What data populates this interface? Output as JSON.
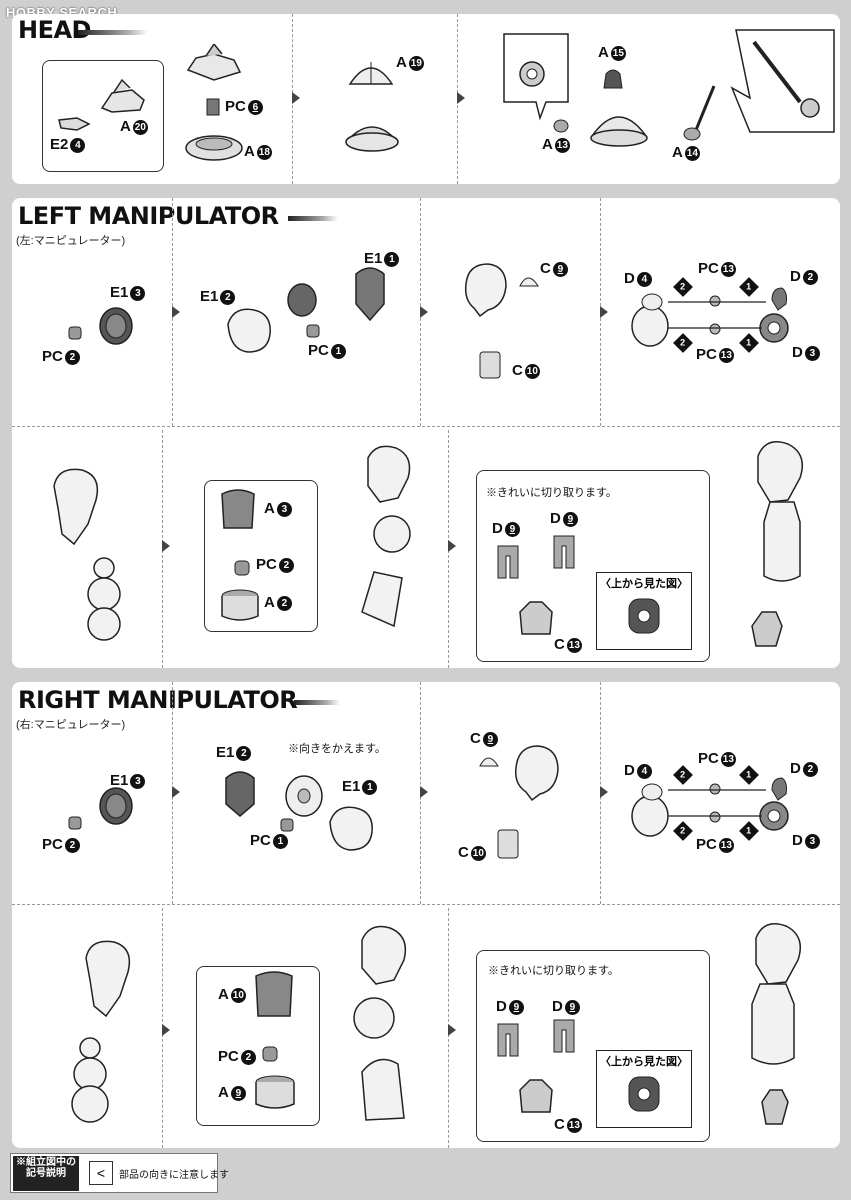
{
  "watermark": "HOBBY SEARCH",
  "head": {
    "title": "HEAD",
    "labels": {
      "e2_4": "E2",
      "e2_4n": "4",
      "a20": "A",
      "a20n": "20",
      "pc6": "PC",
      "pc6n": "6",
      "a18": "A",
      "a18n": "18",
      "a19": "A",
      "a19n": "19",
      "a15": "A",
      "a15n": "15",
      "a13": "A",
      "a13n": "13",
      "a14": "A",
      "a14n": "14"
    }
  },
  "left": {
    "title": "LEFT MANIPULATOR",
    "subtitle": "(左:マニピュレーター)",
    "labels": {
      "e1_3": "E1",
      "e1_3n": "3",
      "pc2": "PC",
      "pc2n": "2",
      "e1_2": "E1",
      "e1_2n": "2",
      "e1_1": "E1",
      "e1_1n": "1",
      "pc1": "PC",
      "pc1n": "1",
      "c9": "C",
      "c9n": "9",
      "c10": "C",
      "c10n": "10",
      "d4": "D",
      "d4n": "4",
      "pc13a": "PC",
      "pc13an": "13",
      "d2": "D",
      "d2n": "2",
      "pc13b": "PC",
      "pc13bn": "13",
      "d3": "D",
      "d3n": "3",
      "a3": "A",
      "a3n": "3",
      "pc2b": "PC",
      "pc2bn": "2",
      "a2": "A",
      "a2n": "2",
      "d9a": "D",
      "d9an": "9",
      "d9b": "D",
      "d9bn": "9",
      "c13": "C",
      "c13n": "13"
    },
    "note": "※きれいに切り取ります。",
    "view_label": "〈上から見た図〉"
  },
  "right": {
    "title": "RIGHT MANIPULATOR",
    "subtitle": "(右:マニピュレーター)",
    "labels": {
      "e1_3": "E1",
      "e1_3n": "3",
      "pc2": "PC",
      "pc2n": "2",
      "e1_2": "E1",
      "e1_2n": "2",
      "e1_1": "E1",
      "e1_1n": "1",
      "pc1": "PC",
      "pc1n": "1",
      "c9": "C",
      "c9n": "9",
      "c10": "C",
      "c10n": "10",
      "d4": "D",
      "d4n": "4",
      "pc13a": "PC",
      "pc13an": "13",
      "d2": "D",
      "d2n": "2",
      "pc13b": "PC",
      "pc13bn": "13",
      "d3": "D",
      "d3n": "3",
      "a10": "A",
      "a10n": "10",
      "pc2b": "PC",
      "pc2bn": "2",
      "a9": "A",
      "a9n": "9",
      "d9a": "D",
      "d9an": "9",
      "d9b": "D",
      "d9bn": "9",
      "c13": "C",
      "c13n": "13"
    },
    "note_turn": "※向きをかえます。",
    "note": "※きれいに切り取ります。",
    "view_label": "〈上から見た図〉"
  },
  "steps": {
    "one": "1",
    "two": "2"
  },
  "legend": {
    "block_text": "※組立図中の 記号説明",
    "symbol": "<",
    "text": "部品の向きに注意します"
  }
}
